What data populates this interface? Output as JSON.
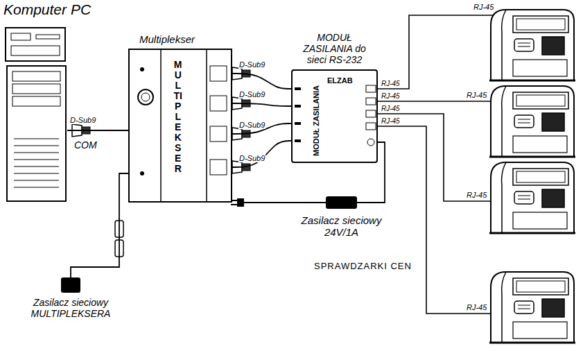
{
  "diagram": {
    "nodes": [
      {
        "text": [
          "Komputer PC"
        ]
      },
      {
        "text": [
          "Multiplekser",
          "MULTIPLEKSER"
        ]
      },
      {
        "text": [
          "MODUŁ ZASILANIA do sieci RS-232",
          "ELZAB",
          "MODUŁ ZASILANIA"
        ]
      },
      {
        "text": [
          "Zasilacz sieciowy 24V/1A"
        ]
      },
      {
        "text": [
          "Zasilacz sieciowy MULTIPLEKSERA"
        ]
      }
    ],
    "edges": [
      {
        "from": 0,
        "to": 1,
        "arrow": "none"
      },
      {
        "from": 1,
        "to": 2,
        "arrow": "none"
      },
      {
        "from": 1,
        "to": 2,
        "arrow": "none"
      },
      {
        "from": 1,
        "to": 2,
        "arrow": "none"
      },
      {
        "from": 1,
        "to": 2,
        "arrow": "none"
      },
      {
        "from": 3,
        "to": 2,
        "arrow": "none"
      },
      {
        "from": 4,
        "to": 1,
        "arrow": "none"
      }
    ],
    "labels": [
      "D-Sub9",
      "COM",
      "D-Sub9",
      "D-Sub9",
      "D-Sub9",
      "D-Sub9",
      "RJ-45",
      "RJ-45",
      "RJ-45",
      "RJ-45",
      "RJ-45",
      "RJ-45",
      "RJ-45",
      "RJ-45",
      "SPRAWDZARKI CEN"
    ]
  }
}
